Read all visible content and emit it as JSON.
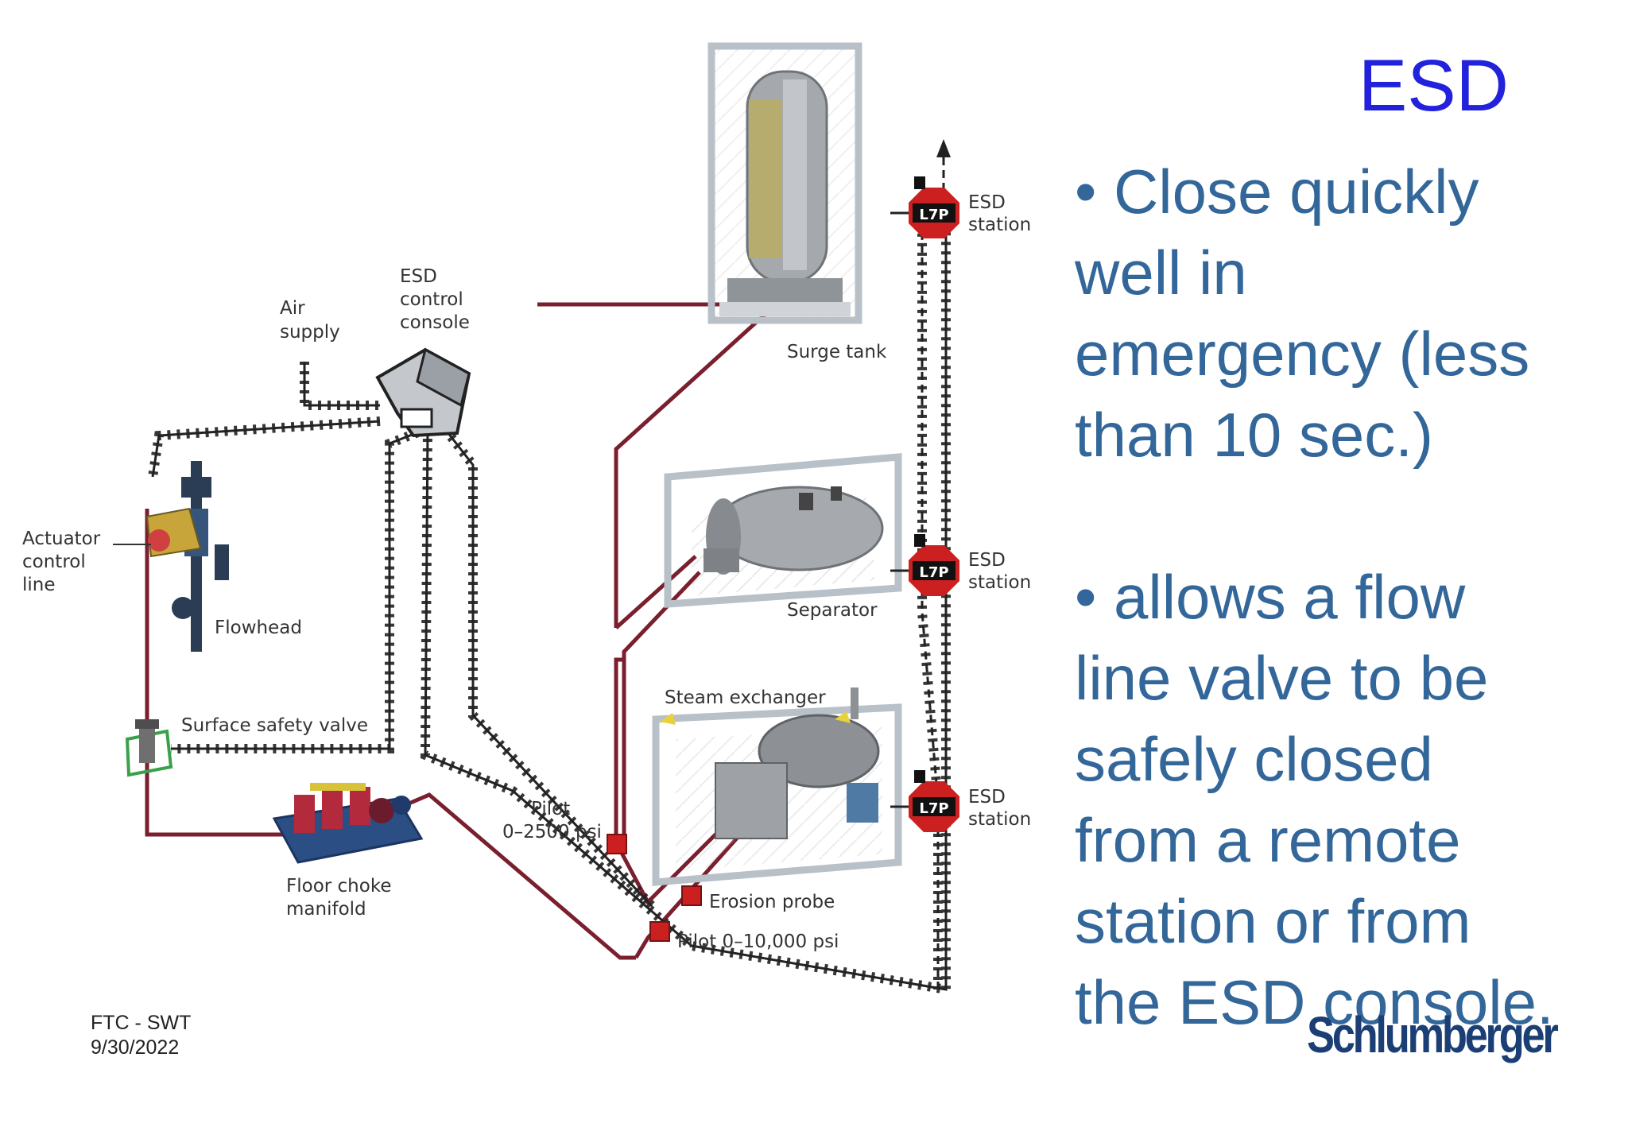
{
  "slide": {
    "title": "ESD",
    "bullets": [
      "• Close quickly well in emergency (less than 10 sec.)",
      "• allows a flow line valve to be safely closed from a remote station or from the ESD console."
    ],
    "footer": {
      "line1": "FTC - SWT",
      "line2": "9/30/2022"
    },
    "logo": "Schlumberger"
  },
  "diagram": {
    "labels": {
      "air_supply_1": "Air",
      "air_supply_2": "supply",
      "console_1": "ESD",
      "console_2": "control",
      "console_3": "console",
      "surge_tank": "Surge tank",
      "separator": "Separator",
      "steam_exchanger": "Steam exchanger",
      "actuator_1": "Actuator",
      "actuator_2": "control",
      "actuator_3": "line",
      "flowhead": "Flowhead",
      "ssv": "Surface safety valve",
      "pilot_low_1": "Pilot",
      "pilot_low_2": "0–2500 psi",
      "floor_choke_1": "Floor choke",
      "floor_choke_2": "manifold",
      "erosion_probe": "Erosion probe",
      "pilot_high": "Pilot 0–10,000 psi",
      "esd_station": "ESD",
      "station": "station"
    }
  },
  "colors": {
    "title": "#2222dd",
    "bullet_text": "#336699",
    "flow_line": "#7a1f2e",
    "esd_red": "#cc1f1f",
    "logo": "#1b3f74"
  }
}
